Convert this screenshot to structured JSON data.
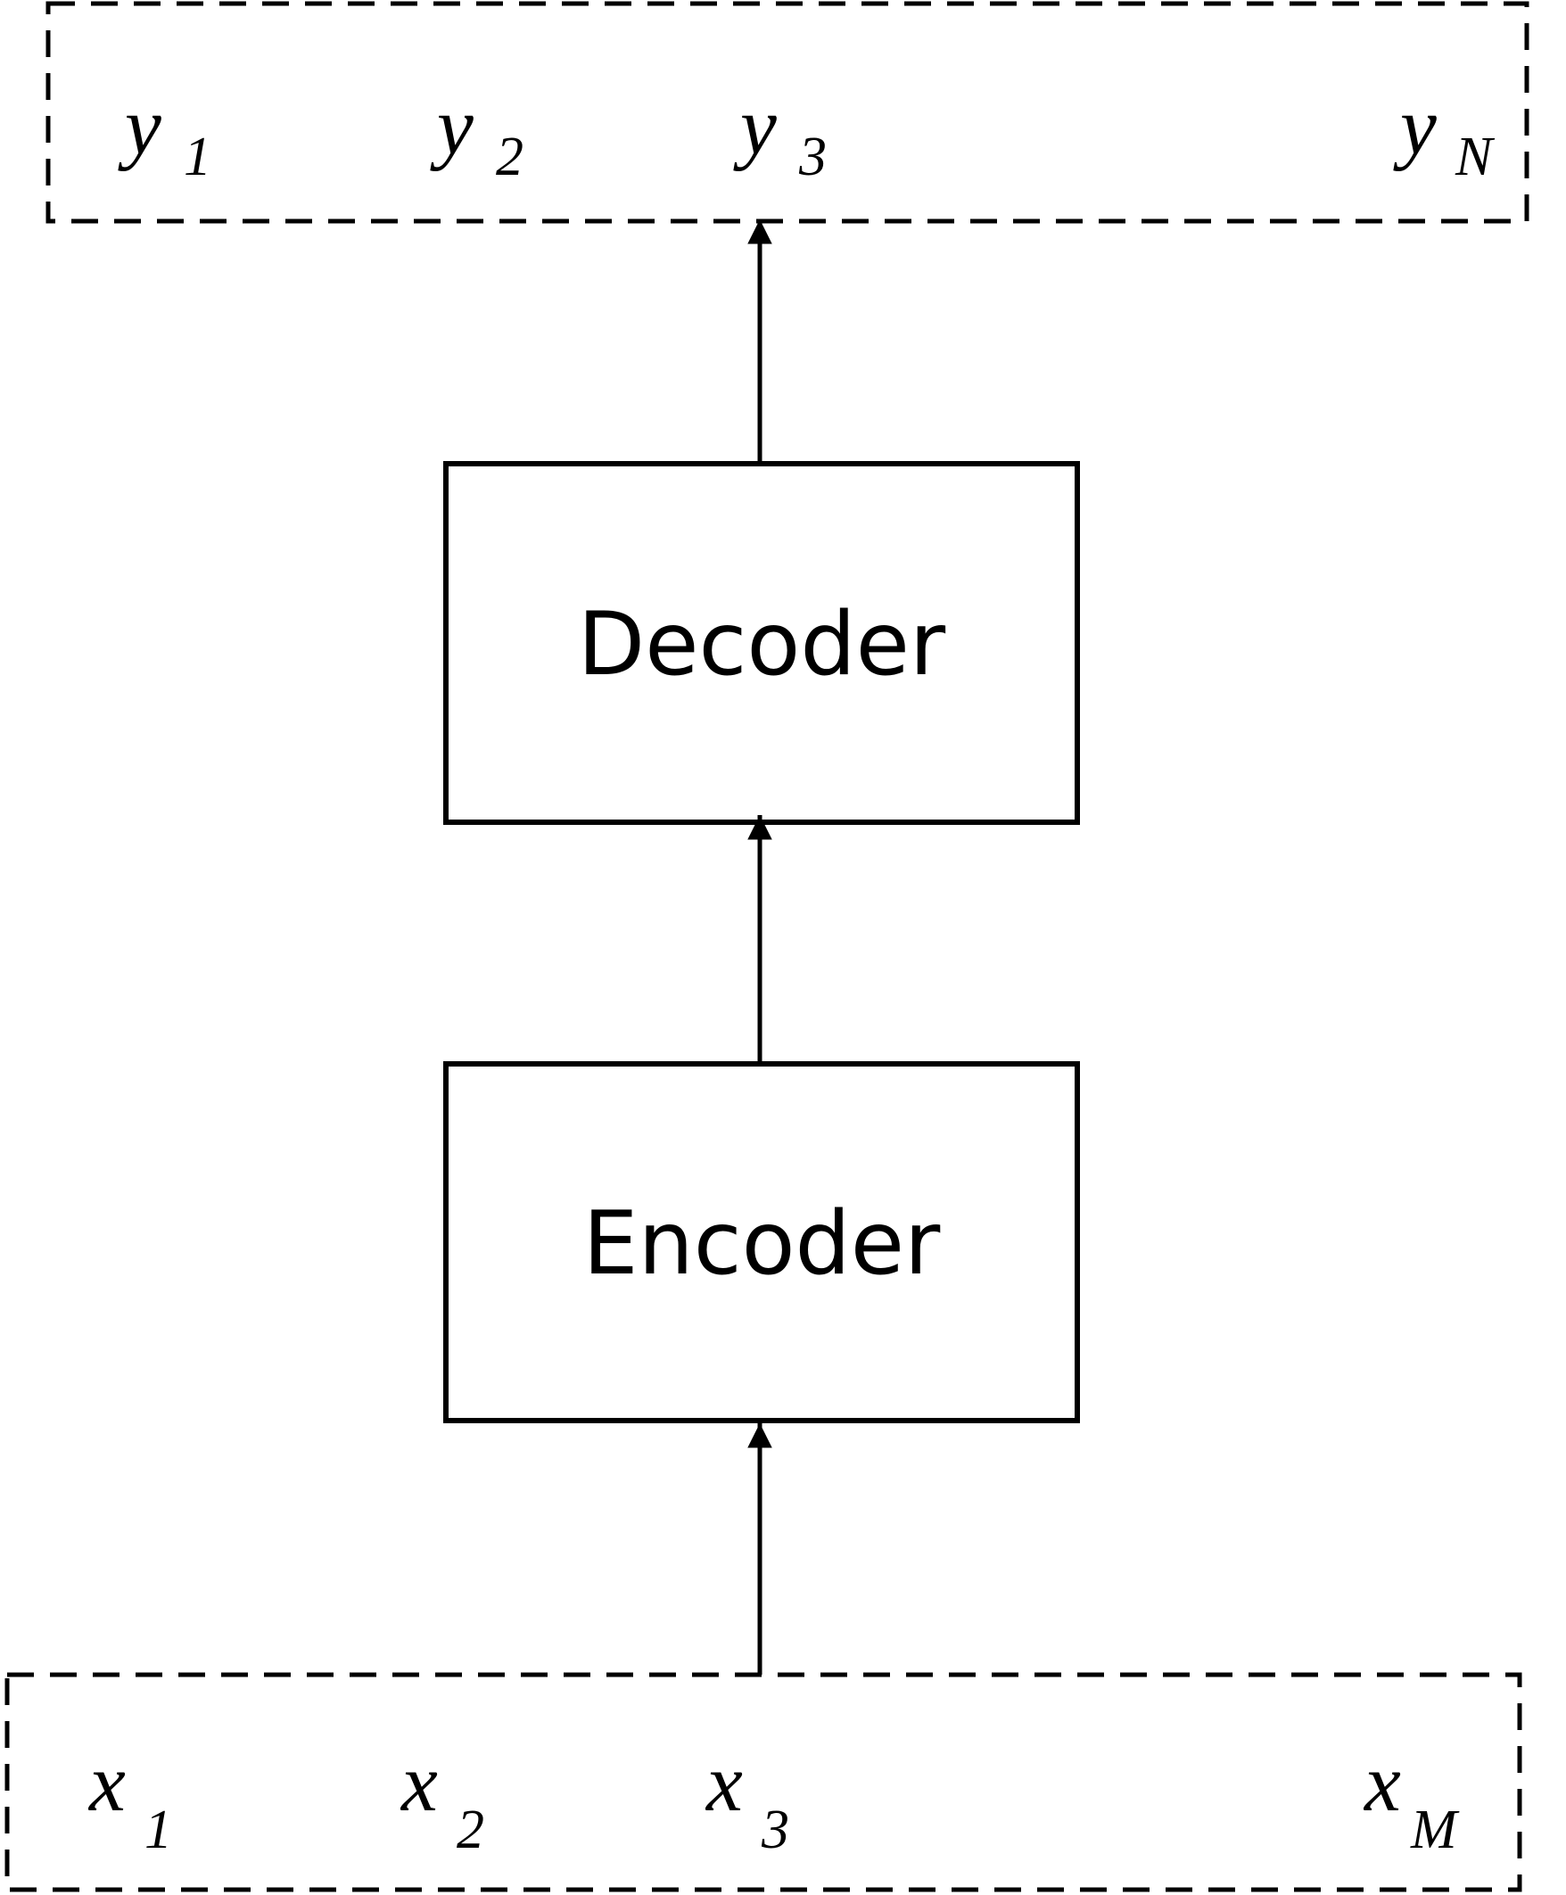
{
  "outputs": [
    {
      "base": "y",
      "sub": "1"
    },
    {
      "base": "y",
      "sub": "2"
    },
    {
      "base": "y",
      "sub": "3"
    },
    {
      "base": "y",
      "sub": "N"
    }
  ],
  "inputs": [
    {
      "base": "x",
      "sub": "1"
    },
    {
      "base": "x",
      "sub": "2"
    },
    {
      "base": "x",
      "sub": "3"
    },
    {
      "base": "x",
      "sub": "M"
    }
  ],
  "blocks": {
    "decoder": "Decoder",
    "encoder": "Encoder"
  },
  "colors": {
    "stroke": "#000000",
    "background": "#ffffff"
  }
}
